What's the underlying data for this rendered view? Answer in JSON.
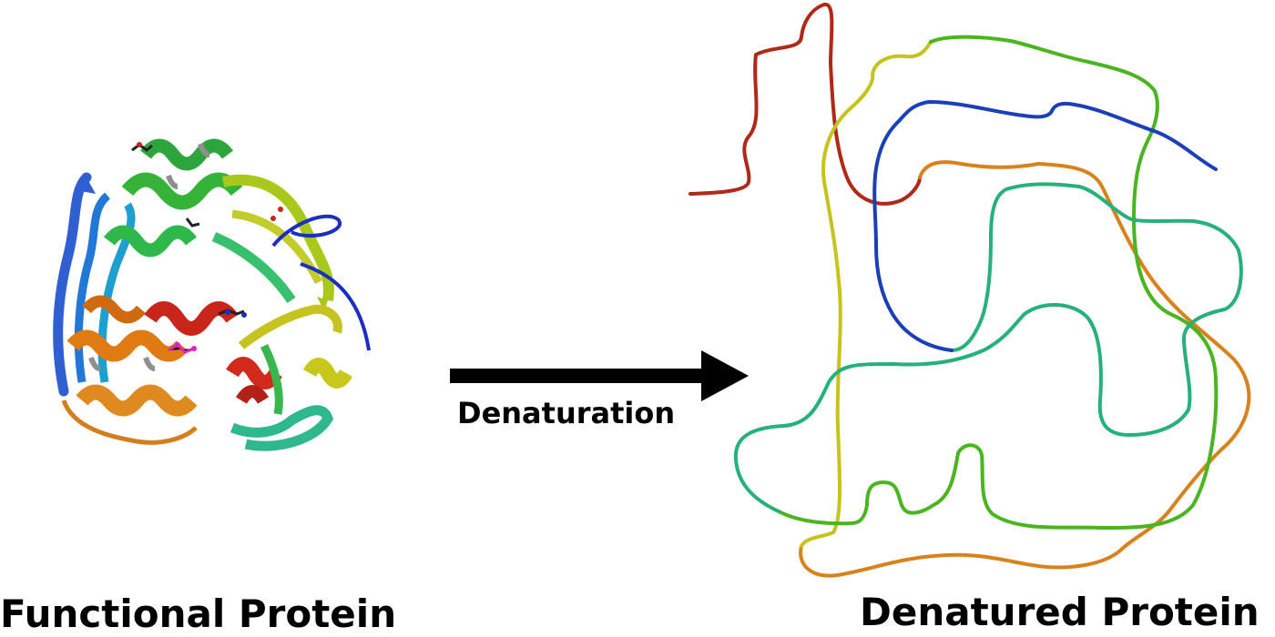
{
  "left_caption": "Functional Protein",
  "right_caption": "Denatured Protein",
  "arrow_label": "Denaturation",
  "colors": {
    "arrow": "#000000",
    "chain_gradient": [
      "#1a3fb8",
      "#1aa6c8",
      "#2ab870",
      "#49b51f",
      "#c8c81c",
      "#d8821e",
      "#b02818"
    ],
    "helix_backside": "#8f8f8f"
  }
}
